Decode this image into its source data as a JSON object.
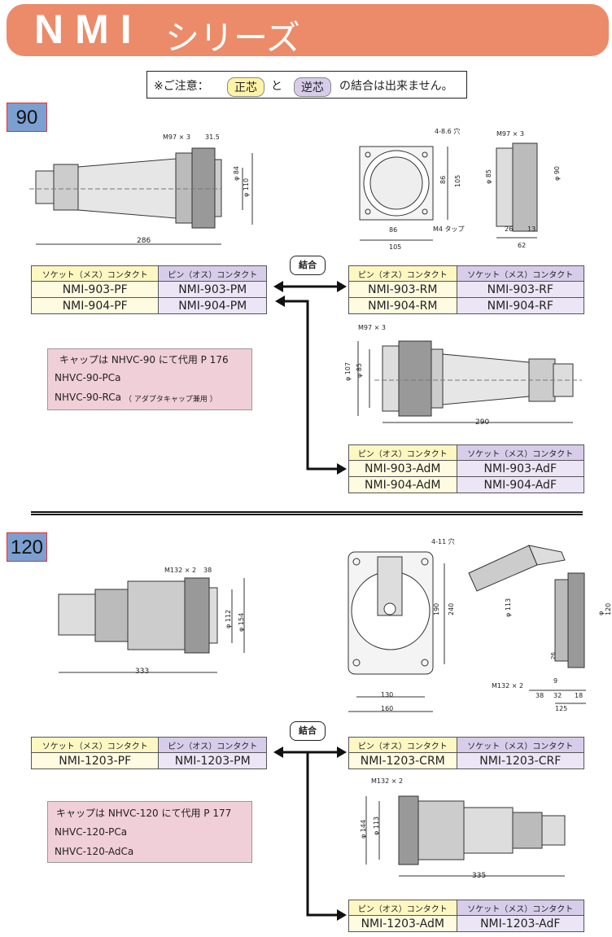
{
  "header": {
    "title_latin": "NMI",
    "title_kana": "シリーズ"
  },
  "notice": {
    "prefix": "※ご注意：",
    "tag1": "正芯",
    "mid": "と",
    "tag2": "逆芯",
    "suffix": "の結合は出来ません。"
  },
  "section90": {
    "label": "90",
    "dims_plug": {
      "m": "M97 × 3",
      "d1": "31.5",
      "d2": "φ 84",
      "d3": "φ 110",
      "len": "286"
    },
    "dims_front": {
      "holes": "4-8.6 穴",
      "a": "86",
      "b": "105",
      "c": "86",
      "d": "105",
      "tap": "M4 タップ"
    },
    "dims_side": {
      "m": "M97 × 3",
      "phi85": "φ 85",
      "phi90": "φ 90",
      "a": "26",
      "b": "13",
      "c": "62"
    },
    "dims_adapter": {
      "m": "M97 × 3",
      "phi107": "φ 107",
      "phi85": "φ 85",
      "len": "290"
    },
    "combine": "結合",
    "left_table": {
      "headers": [
        "ソケット（メス）コンタクト",
        "ピン（オス）コンタクト"
      ],
      "rows": [
        [
          "NMI-903-PF",
          "NMI-903-PM"
        ],
        [
          "NMI-904-PF",
          "NMI-904-PM"
        ]
      ]
    },
    "right_table": {
      "headers": [
        "ピン（オス）コンタクト",
        "ソケット（メス）コンタクト"
      ],
      "rows": [
        [
          "NMI-903-RM",
          "NMI-903-RF"
        ],
        [
          "NMI-904-RM",
          "NMI-904-RF"
        ]
      ]
    },
    "adapter_table": {
      "headers": [
        "ピン（オス）コンタクト",
        "ソケット（メス）コンタクト"
      ],
      "rows": [
        [
          "NMI-903-AdM",
          "NMI-903-AdF"
        ],
        [
          "NMI-904-AdM",
          "NMI-904-AdF"
        ]
      ]
    },
    "cap": {
      "line1": "キャップは NHVC-90 にて代用  P 176",
      "line2": "NHVC-90-PCa",
      "line3": "NHVC-90-RCa",
      "line3_note": "（ アダプタキャップ兼用 ）"
    }
  },
  "section120": {
    "label": "120",
    "dims_plug": {
      "m": "M132 × 2",
      "d1": "38",
      "d2": "φ 112",
      "d3": "φ 154",
      "len": "333"
    },
    "dims_front": {
      "holes": "4-11 穴",
      "a": "190",
      "b": "240",
      "c": "130",
      "d": "160"
    },
    "dims_side": {
      "phi113": "φ 113",
      "phi120": "φ 120",
      "n26": "26",
      "n9": "9",
      "m": "M132 × 2",
      "a": "38",
      "b": "32",
      "c": "18",
      "d": "125"
    },
    "dims_adapter": {
      "m": "M132 × 2",
      "phi144": "φ 144",
      "phi113": "φ 113",
      "len": "335"
    },
    "combine": "結合",
    "left_table": {
      "headers": [
        "ソケット（メス）コンタクト",
        "ピン（オス）コンタクト"
      ],
      "rows": [
        [
          "NMI-1203-PF",
          "NMI-1203-PM"
        ]
      ]
    },
    "right_table": {
      "headers": [
        "ピン（オス）コンタクト",
        "ソケット（メス）コンタクト"
      ],
      "rows": [
        [
          "NMI-1203-CRM",
          "NMI-1203-CRF"
        ]
      ]
    },
    "adapter_table": {
      "headers": [
        "ピン（オス）コンタクト",
        "ソケット（メス）コンタクト"
      ],
      "rows": [
        [
          "NMI-1203-AdM",
          "NMI-1203-AdF"
        ]
      ]
    },
    "cap": {
      "line1": "キャップは NHVC-120 にて代用  P 177",
      "line2": "NHVC-120-PCa",
      "line3": "NHVC-120-AdCa"
    }
  }
}
